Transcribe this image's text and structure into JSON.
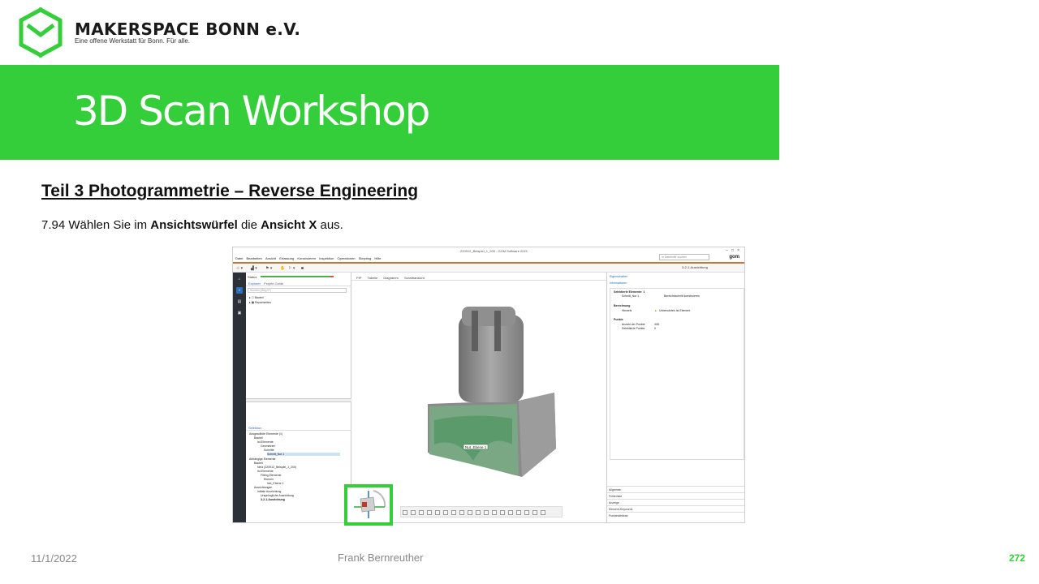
{
  "brand": {
    "name": "MAKERSPACE BONN e.V.",
    "tagline": "Eine offene Werkstatt für Bonn. Für alle."
  },
  "title": "3D Scan Workshop",
  "section_heading": "Teil 3  Photogrammetrie  – Reverse Engineering",
  "step": {
    "number": "7.94",
    "text_before": " Wählen Sie im ",
    "bold1": "Ansichtswürfel",
    "text_middle": " die ",
    "bold2": "Ansicht X",
    "text_after": " aus."
  },
  "footer": {
    "date": "11/1/2022",
    "author": "Frank Bernreuther",
    "page": "272"
  },
  "colors": {
    "brand_green": "#34ce3a",
    "footer_gray": "#888888"
  },
  "screenshot": {
    "window_title": "220912_Beispiel_1_200 - GOM Software 2021",
    "menu": [
      "Datei",
      "Bearbeiten",
      "Ansicht",
      "Erfassung",
      "Konstruieren",
      "Inspektion",
      "Operationen",
      "Skripting",
      "Hilfe"
    ],
    "search_placeholder": "In Dateihilfe suchen",
    "alignment_label": "3-2-1-Ausrichtung",
    "status_label": "Status",
    "left_tabs": [
      "Explorer",
      "Projekt Guide"
    ],
    "filter_placeholder": "Suchen (Strg+F)",
    "tree_top": [
      "Bauteil",
      "Reportseiten"
    ],
    "selection_tab": "Selektion",
    "selection_tree": [
      "Ausgewählte Elemente (1)",
      "Bauteil",
      "Ist-Elemente",
      "Geometrien",
      "Schnitte",
      "Schnitt_Nut 1",
      "Abhängige Elemente",
      "Bauteil",
      "Netz (220912_Beispiel_1_200)",
      "Ist-Elemente",
      "Fitting-Elemente",
      "Ebenen",
      "Nut_Ebene 1",
      "Ausrichtungen",
      "Initiale Ausrichtung",
      "Ursprüngliche Ausrichtung",
      "3-2-1-Ausrichtung"
    ],
    "view_tabs": [
      "PIP",
      "Tabelle",
      "Diagramm",
      "Schnittansicht"
    ],
    "label_3d": "Nut_Ebene 1",
    "properties": {
      "tab": "Eigenschaften",
      "header": "Informationen",
      "selected_title": "Selektierte Elemente: 1",
      "selected_name": "Schnitt_Nut 1",
      "selected_value": "Bereichsschnitt konstruieren",
      "calc_title": "Berechnung",
      "hint_label": "Hinweis",
      "hint_value": "Unbenutztes Ist-Element",
      "points_title": "Punkte",
      "points_count_label": "Anzahl der Punkte",
      "points_count_value": "408",
      "points_selected_label": "Selektierte Punkte",
      "points_selected_value": "0",
      "footer_sections": [
        "Allgemein",
        "Fehlerliste",
        "Anzeige",
        "Element-Keywords",
        "Punkteattribute"
      ]
    }
  }
}
